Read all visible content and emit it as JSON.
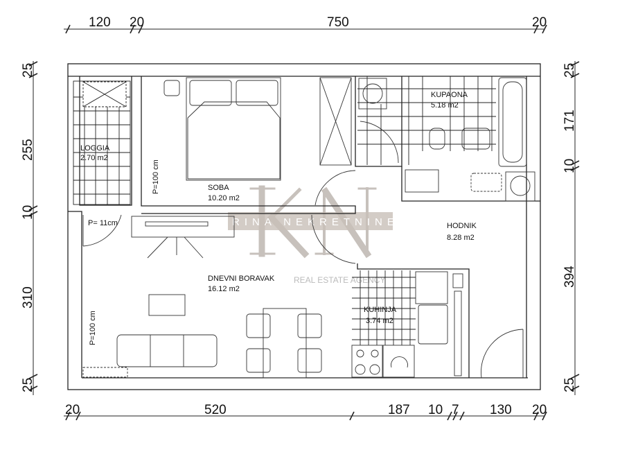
{
  "dimensions": {
    "top": [
      "120",
      "20",
      "750",
      "20"
    ],
    "bottom": [
      "20",
      "520",
      "187",
      "10",
      "7",
      "130",
      "20"
    ],
    "left": [
      "25",
      "255",
      "10",
      "310",
      "25"
    ],
    "right": [
      "25",
      "171",
      "10",
      "394",
      "25"
    ]
  },
  "rooms": [
    {
      "name": "LOGGIA",
      "area": "2.70 m2"
    },
    {
      "name": "SOBA",
      "area": "10.20 m2"
    },
    {
      "name": "KUPAONA",
      "area": "5.18 m2"
    },
    {
      "name": "HODNIK",
      "area": "8.28 m2"
    },
    {
      "name": "DNEVNI BORAVAK",
      "area": "16.12 m2"
    },
    {
      "name": "KUHINJA",
      "area": "3.74 m2"
    }
  ],
  "notes": {
    "sill_soba": "P=100 cm",
    "sill_door": "P= 11cm",
    "sill_living": "P=100 cm"
  },
  "watermark": {
    "monogram": "KN",
    "name": "RINA NEKRETNINE",
    "tagline": "REAL ESTATE AGENCY"
  }
}
